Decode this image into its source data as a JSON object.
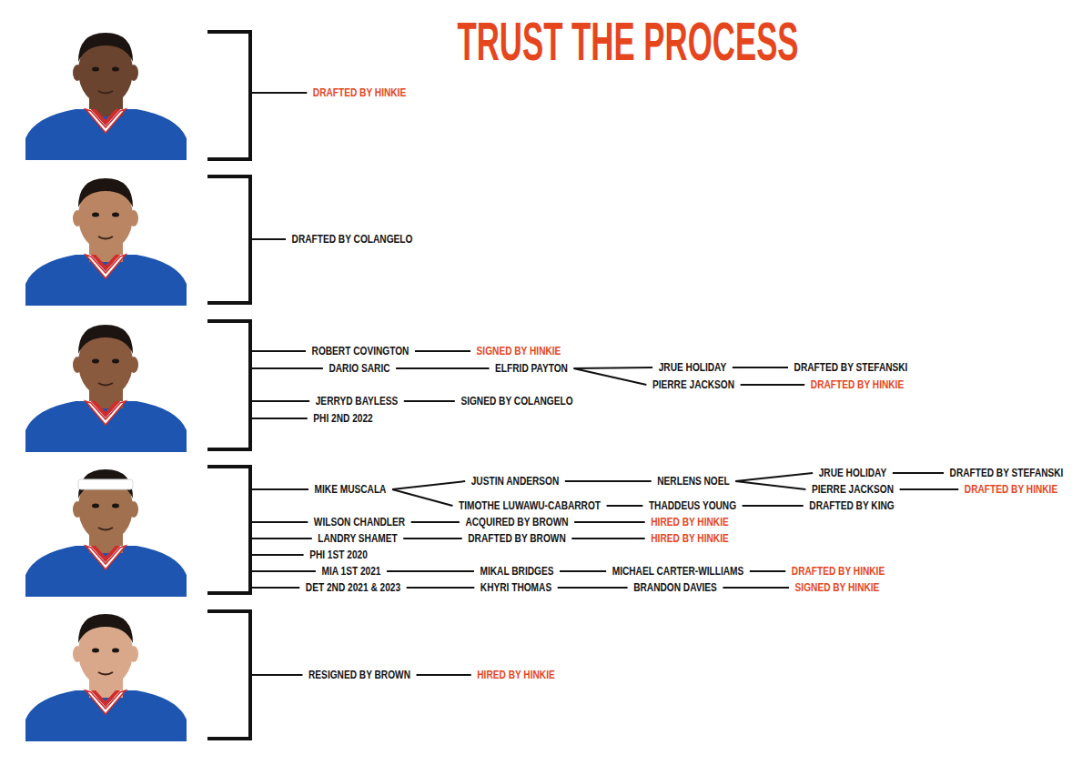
{
  "diagram": {
    "title": "TRUST THE PROCESS",
    "nodes": [
      {
        "text": [
          "DRAFTED BY HINKIE"
        ]
      },
      {
        "text": [
          "DRAFTED BY COLANGELO"
        ]
      },
      {
        "text": [
          "ROBERT COVINGTON"
        ]
      },
      {
        "text": [
          "SIGNED BY HINKIE"
        ]
      },
      {
        "text": [
          "DARIO SARIC"
        ]
      },
      {
        "text": [
          "ELFRID PAYTON"
        ]
      },
      {
        "text": [
          "JRUE HOLIDAY"
        ]
      },
      {
        "text": [
          "DRAFTED BY STEFANSKI"
        ]
      },
      {
        "text": [
          "PIERRE JACKSON"
        ]
      },
      {
        "text": [
          "DRAFTED BY HINKIE"
        ]
      },
      {
        "text": [
          "JERRYD BAYLESS"
        ]
      },
      {
        "text": [
          "SIGNED BY COLANGELO"
        ]
      },
      {
        "text": [
          "PHI 2ND 2022"
        ]
      },
      {
        "text": [
          "MIKE MUSCALA"
        ]
      },
      {
        "text": [
          "JUSTIN ANDERSON"
        ]
      },
      {
        "text": [
          "NERLENS NOEL"
        ]
      },
      {
        "text": [
          "JRUE HOLIDAY"
        ]
      },
      {
        "text": [
          "DRAFTED BY STEFANSKI"
        ]
      },
      {
        "text": [
          "PIERRE JACKSON"
        ]
      },
      {
        "text": [
          "DRAFTED BY HINKIE"
        ]
      },
      {
        "text": [
          "TIMOTHE LUWAWU-CABARROT"
        ]
      },
      {
        "text": [
          "THADDEUS YOUNG"
        ]
      },
      {
        "text": [
          "DRAFTED BY KING"
        ]
      },
      {
        "text": [
          "WILSON CHANDLER"
        ]
      },
      {
        "text": [
          "ACQUIRED BY BROWN"
        ]
      },
      {
        "text": [
          "HIRED BY HINKIE"
        ]
      },
      {
        "text": [
          "LANDRY SHAMET"
        ]
      },
      {
        "text": [
          "DRAFTED BY BROWN"
        ]
      },
      {
        "text": [
          "HIRED BY HINKIE"
        ]
      },
      {
        "text": [
          "PHI 1ST 2020"
        ]
      },
      {
        "text": [
          "MIA 1ST 2021"
        ]
      },
      {
        "text": [
          "MIKAL BRIDGES"
        ]
      },
      {
        "text": [
          "MICHAEL CARTER-WILLIAMS"
        ]
      },
      {
        "text": [
          "DRAFTED BY HINKIE"
        ]
      },
      {
        "text": [
          "DET 2ND 2021 & 2023"
        ]
      },
      {
        "text": [
          "KHYRI THOMAS"
        ]
      },
      {
        "text": [
          "BRANDON DAVIES"
        ]
      },
      {
        "text": [
          "SIGNED BY HINKIE"
        ]
      },
      {
        "text": [
          "RESIGNED BY BROWN"
        ]
      },
      {
        "text": [
          "HIRED BY HINKIE"
        ]
      }
    ],
    "edges": [
      {
        "from": 2,
        "to": 3,
        "arrow": "none"
      },
      {
        "from": 4,
        "to": 5,
        "arrow": "none"
      },
      {
        "from": 5,
        "to": 6,
        "arrow": "none"
      },
      {
        "from": 5,
        "to": 8,
        "arrow": "none"
      },
      {
        "from": 6,
        "to": 7,
        "arrow": "none"
      },
      {
        "from": 8,
        "to": 9,
        "arrow": "none"
      },
      {
        "from": 10,
        "to": 11,
        "arrow": "none"
      },
      {
        "from": 13,
        "to": 14,
        "arrow": "none"
      },
      {
        "from": 13,
        "to": 20,
        "arrow": "none"
      },
      {
        "from": 14,
        "to": 15,
        "arrow": "none"
      },
      {
        "from": 15,
        "to": 16,
        "arrow": "none"
      },
      {
        "from": 15,
        "to": 18,
        "arrow": "none"
      },
      {
        "from": 16,
        "to": 17,
        "arrow": "none"
      },
      {
        "from": 18,
        "to": 19,
        "arrow": "none"
      },
      {
        "from": 20,
        "to": 21,
        "arrow": "none"
      },
      {
        "from": 21,
        "to": 22,
        "arrow": "none"
      },
      {
        "from": 23,
        "to": 24,
        "arrow": "none"
      },
      {
        "from": 24,
        "to": 25,
        "arrow": "none"
      },
      {
        "from": 26,
        "to": 27,
        "arrow": "none"
      },
      {
        "from": 27,
        "to": 28,
        "arrow": "none"
      },
      {
        "from": 30,
        "to": 31,
        "arrow": "none"
      },
      {
        "from": 31,
        "to": 32,
        "arrow": "none"
      },
      {
        "from": 32,
        "to": 33,
        "arrow": "none"
      },
      {
        "from": 34,
        "to": 35,
        "arrow": "none"
      },
      {
        "from": 35,
        "to": 36,
        "arrow": "none"
      },
      {
        "from": 36,
        "to": 37,
        "arrow": "none"
      },
      {
        "from": 38,
        "to": 39,
        "arrow": "none"
      }
    ]
  }
}
